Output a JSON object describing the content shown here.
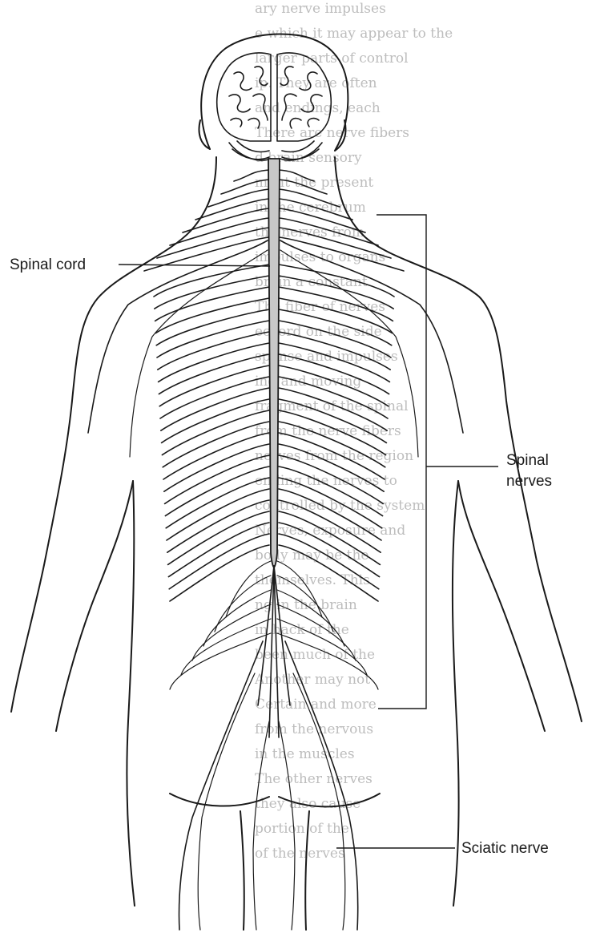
{
  "labels": {
    "spinal_cord": "Spinal cord",
    "spinal_nerves_line1": "Spinal",
    "spinal_nerves_line2": "nerves",
    "sciatic_nerve": "Sciatic nerve"
  },
  "colors": {
    "ink": "#1a1a1a",
    "cord_fill": "#c8c8c8",
    "bleed_through_text": "#bdbdbd"
  },
  "background_text_lines": [
    "ary nerve impulses",
    "e which it may appear to the",
    "larger parts of control",
    "ip. They are often",
    "and endings, each",
    "There are nerve fibers",
    "d brain sensory",
    "ment the present",
    "in the cerebrum",
    "the nerves from",
    "impulses to organs",
    "brain a constant",
    "The fiber of nerves",
    "eccord on the side",
    "sponse and impulses",
    "ing and moving",
    "fragment of the spinal",
    "from the nerve fibers",
    "nerves from the region",
    "ending the nerves to",
    "controlled by the system",
    "Nerves, exposure and",
    "body may be the",
    "themselves. This",
    "ng in the brain",
    "in back of the",
    "been much of the",
    "Another may not",
    "Certain and more",
    "from the nervous",
    "in the muscles",
    "The other nerves",
    "they also cause",
    "portion of the",
    "of the nerves"
  ]
}
